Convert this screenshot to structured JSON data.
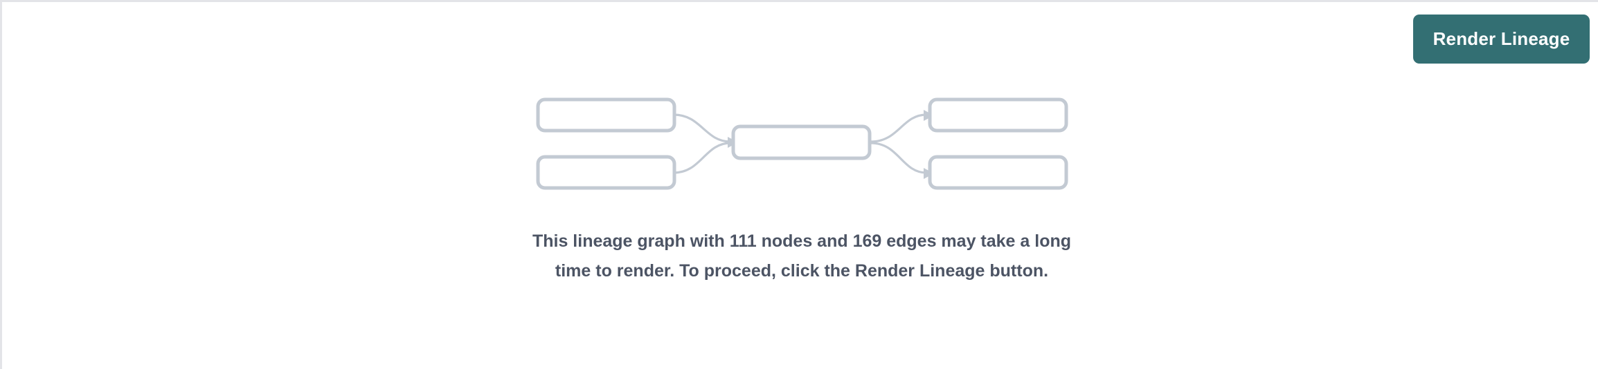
{
  "window": {
    "background_color": "#ffffff",
    "border_color": "#e3e4e8"
  },
  "toolbar": {
    "render_lineage_label": "Render Lineage",
    "render_lineage_color": "#336f73",
    "render_lineage_text_color": "#ffffff"
  },
  "placeholder_graph": {
    "node_stroke_color": "#c3cad3",
    "node_fill_color": "#ffffff",
    "edge_color": "#c3cad3",
    "node_count": 5,
    "edge_count": 4,
    "nodes": [
      {
        "id": "upstream-1",
        "label": ""
      },
      {
        "id": "upstream-2",
        "label": ""
      },
      {
        "id": "center",
        "label": ""
      },
      {
        "id": "downstream-1",
        "label": ""
      },
      {
        "id": "downstream-2",
        "label": ""
      }
    ]
  },
  "message": {
    "text": "This lineage graph with 111 nodes and 169 edges may take a long time to render. To proceed, click the Render Lineage button.",
    "node_count": 111,
    "edge_count": 169,
    "text_color": "#4c5464"
  }
}
